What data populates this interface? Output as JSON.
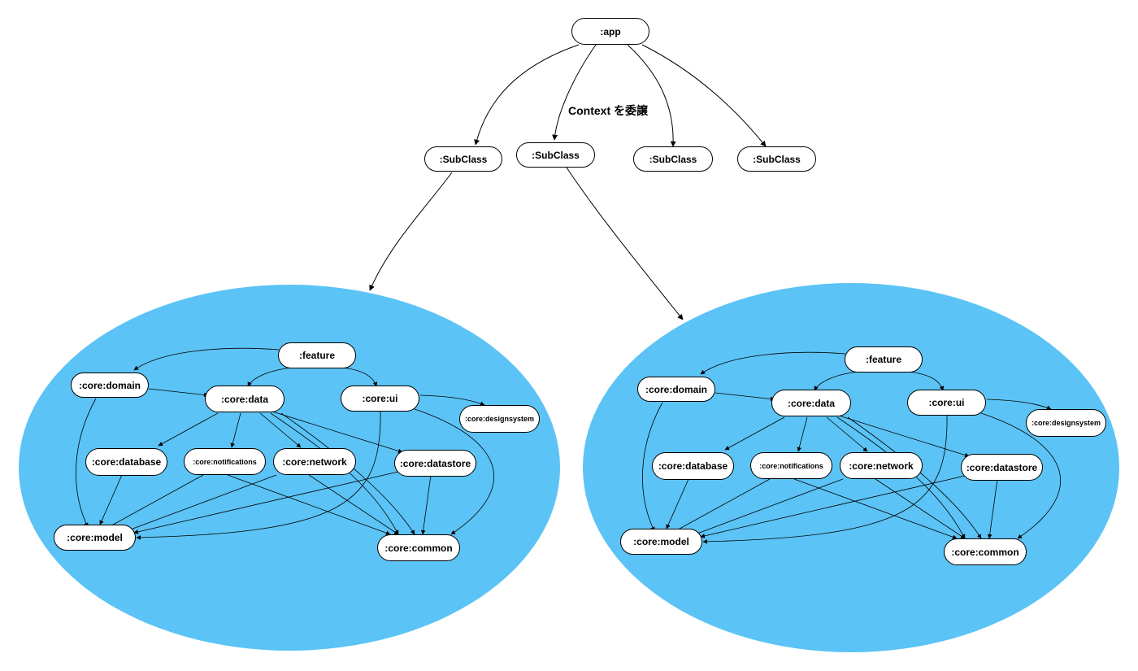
{
  "colors": {
    "cluster_fill": "#5BC3F5",
    "node_fill": "#ffffff",
    "stroke": "#000000"
  },
  "top": {
    "app_label": ":app",
    "edge_label": "Context を委譲",
    "subclasses": [
      ":SubClass",
      ":SubClass",
      ":SubClass",
      ":SubClass"
    ]
  },
  "modules": [
    {
      "feature": ":feature",
      "core_domain": ":core:domain",
      "core_data": ":core:data",
      "core_ui": ":core:ui",
      "core_designsystem": ":core:designsystem",
      "core_database": ":core:database",
      "core_notifications": ":core:notifications",
      "core_network": ":core:network",
      "core_datastore": ":core:datastore",
      "core_model": ":core:model",
      "core_common": ":core:common"
    },
    {
      "feature": ":feature",
      "core_domain": ":core:domain",
      "core_data": ":core:data",
      "core_ui": ":core:ui",
      "core_designsystem": ":core:designsystem",
      "core_database": ":core:database",
      "core_notifications": ":core:notifications",
      "core_network": ":core:network",
      "core_datastore": ":core:datastore",
      "core_model": ":core:model",
      "core_common": ":core:common"
    }
  ]
}
